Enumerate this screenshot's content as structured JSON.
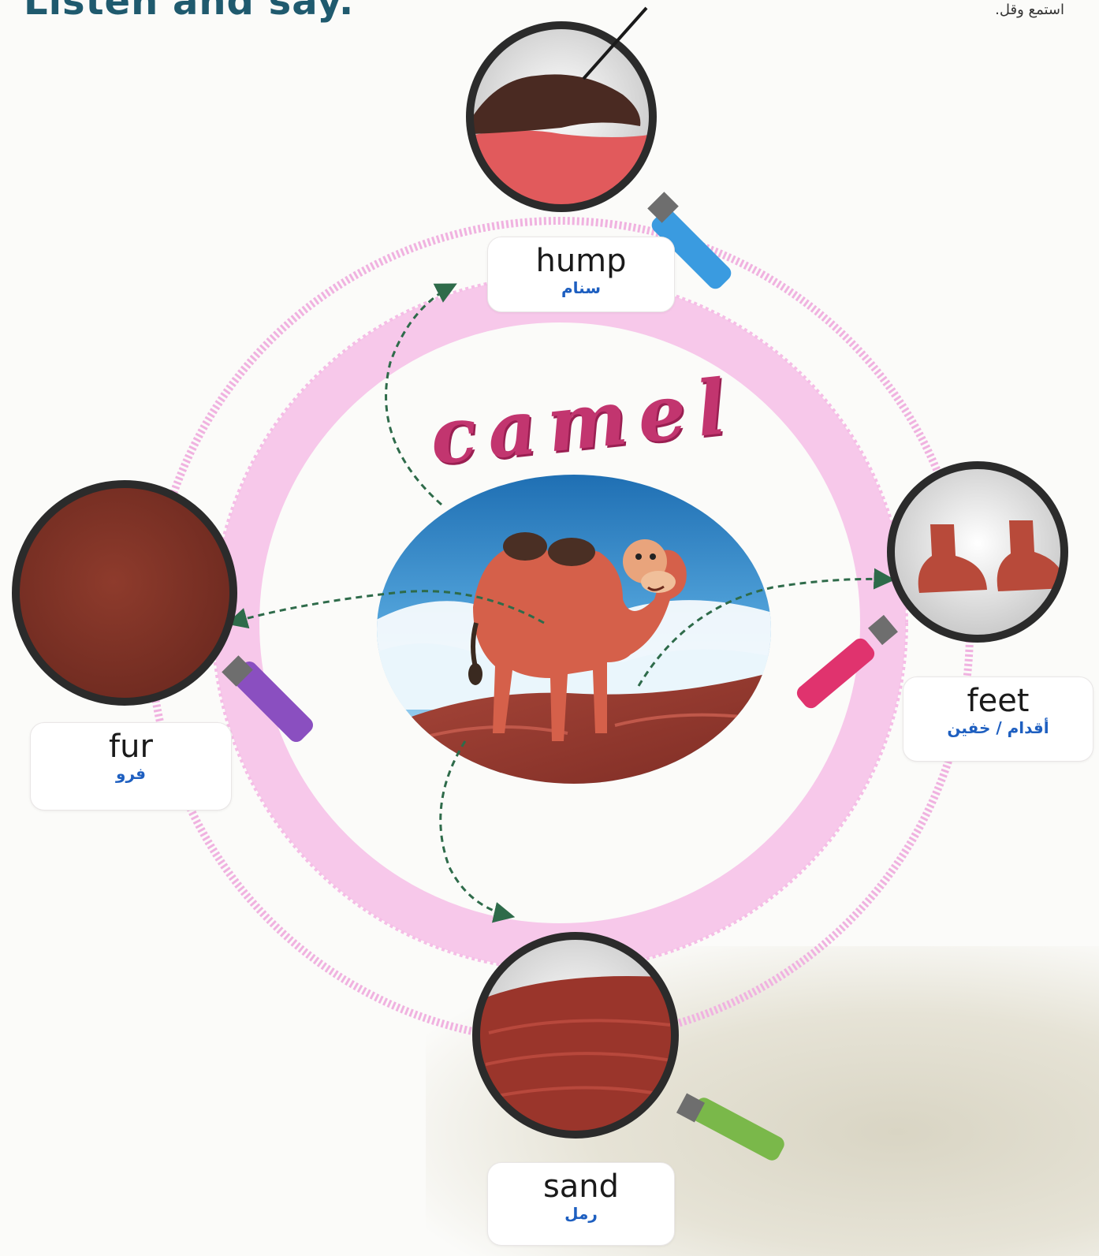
{
  "header": {
    "title": "Listen and say.",
    "instruction_ar": "استمع وقل."
  },
  "center": {
    "title": "camel"
  },
  "labels": {
    "hump": {
      "en": "hump",
      "ar": "سنام"
    },
    "feet": {
      "en": "feet",
      "ar": "أقدام / خفين"
    },
    "fur": {
      "en": "fur",
      "ar": "فرو"
    },
    "sand": {
      "en": "sand",
      "ar": "رمل"
    }
  },
  "colors": {
    "ring": "#f2b5e3",
    "title": "#c2356f",
    "arrow": "#2e6b4a",
    "handle_hump": "#3a9be0",
    "handle_feet": "#e0336e",
    "handle_fur": "#8a4fc0",
    "handle_sand": "#7ab84a"
  }
}
